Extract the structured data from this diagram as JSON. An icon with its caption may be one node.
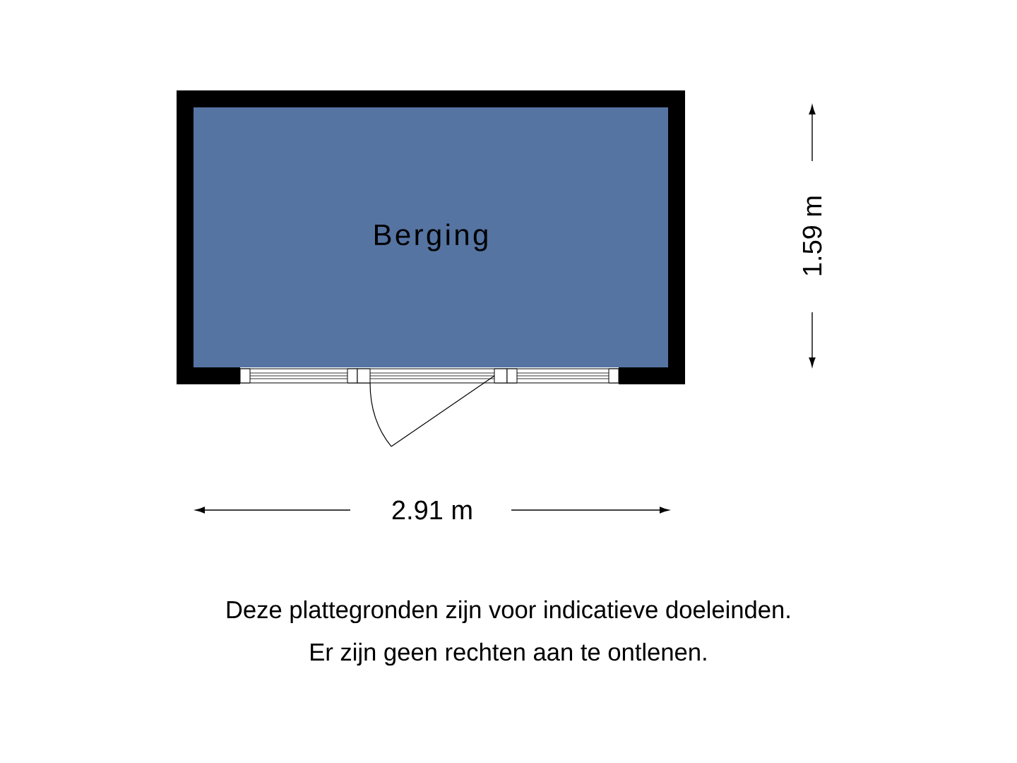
{
  "diagram": {
    "nodes": [
      {
        "text": [
          "Berging"
        ]
      }
    ],
    "labels": [
      "2.91 m",
      "1.59 m",
      "Deze plattegronden zijn voor indicatieve doeleinden.",
      "Er zijn geen rechten aan te ontlenen."
    ]
  }
}
